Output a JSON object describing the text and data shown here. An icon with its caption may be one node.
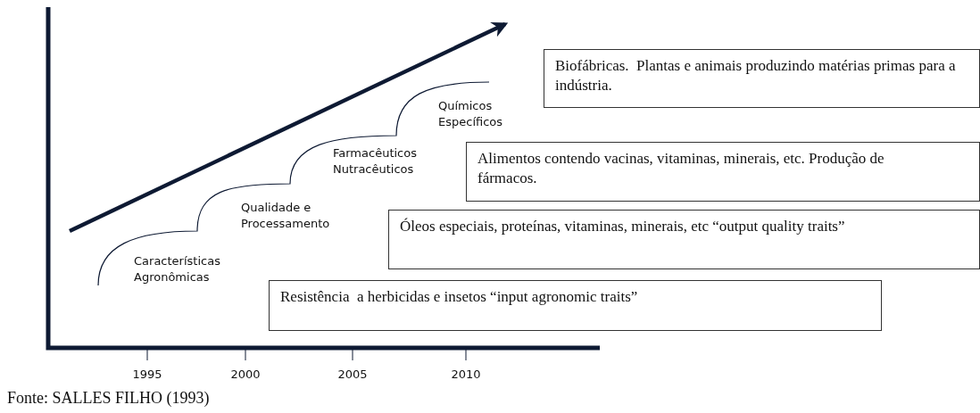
{
  "diagram": {
    "caption": "Fonte: SALLES FILHO (1993)",
    "nodes": [
      {
        "text": [
          "Biofábricas.  Plantas e animais produzindo matérias primas para a indústria."
        ]
      },
      {
        "text": [
          "Alimentos contendo vacinas, vitaminas, minerais, etc. Produção de fármacos."
        ]
      },
      {
        "text": [
          "Óleos especiais, proteínas, vitaminas, minerais, etc “output quality traits”"
        ]
      },
      {
        "text": [
          "Resistência  a herbicidas e insetos “input agronomic traits”"
        ]
      }
    ],
    "labels": [
      "Químicos Específicos",
      "Farmacêuticos Nutracêuticos",
      "Qualidade e Processamento",
      "Características Agronômicas",
      "1995",
      "2000",
      "2005",
      "2010"
    ]
  }
}
